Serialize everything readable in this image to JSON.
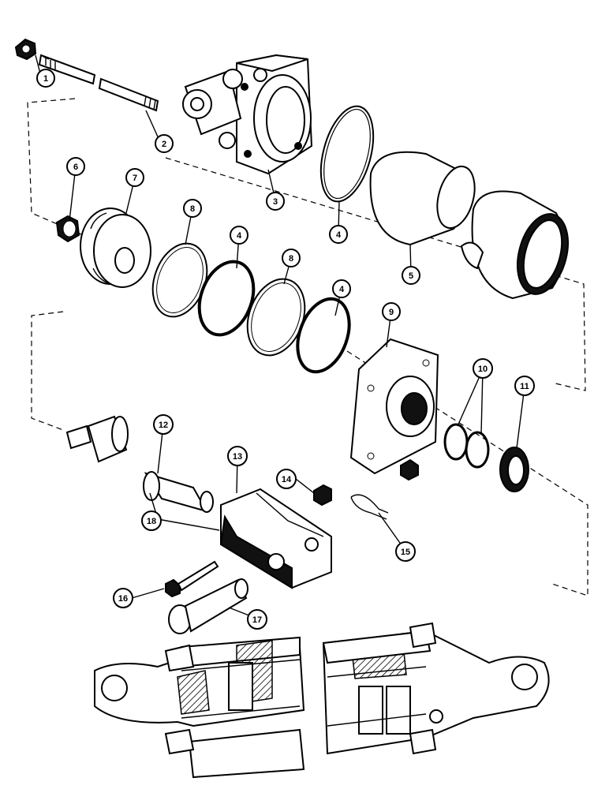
{
  "callouts": [
    {
      "num": "1"
    },
    {
      "num": "2"
    },
    {
      "num": "3"
    },
    {
      "num": "4"
    },
    {
      "num": "4"
    },
    {
      "num": "4"
    },
    {
      "num": "5"
    },
    {
      "num": "6"
    },
    {
      "num": "7"
    },
    {
      "num": "8"
    },
    {
      "num": "8"
    },
    {
      "num": "9"
    },
    {
      "num": "10"
    },
    {
      "num": "11"
    },
    {
      "num": "12"
    },
    {
      "num": "13"
    },
    {
      "num": "14"
    },
    {
      "num": "15"
    },
    {
      "num": "16"
    },
    {
      "num": "17"
    },
    {
      "num": "18"
    }
  ]
}
